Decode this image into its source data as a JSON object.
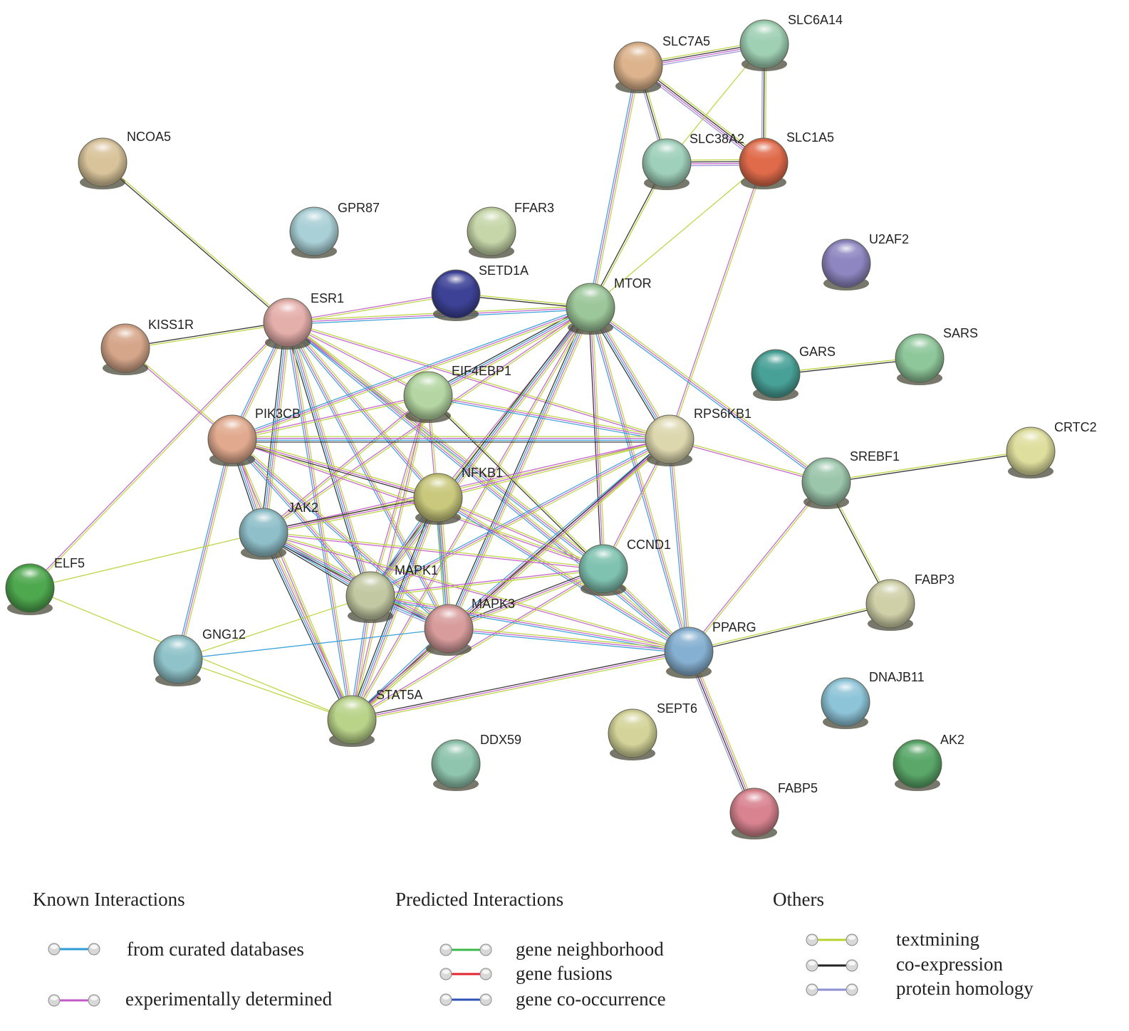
{
  "network": {
    "nodes": [
      {
        "id": "NCOA5",
        "label": "NCOA5",
        "color": "#d8c39a"
      },
      {
        "id": "GPR87",
        "label": "GPR87",
        "color": "#a9d0d6"
      },
      {
        "id": "FFAR3",
        "label": "FFAR3",
        "color": "#c6d6a8"
      },
      {
        "id": "SETD1A",
        "label": "SETD1A",
        "color": "#3d4296"
      },
      {
        "id": "MTOR",
        "label": "MTOR",
        "color": "#9cc79a"
      },
      {
        "id": "SLC7A5",
        "label": "SLC7A5",
        "color": "#dcb38c"
      },
      {
        "id": "SLC6A14",
        "label": "SLC6A14",
        "color": "#9fd0b4"
      },
      {
        "id": "SLC38A2",
        "label": "SLC38A2",
        "color": "#9fd0bb"
      },
      {
        "id": "SLC1A5",
        "label": "SLC1A5",
        "color": "#e06b4b"
      },
      {
        "id": "U2AF2",
        "label": "U2AF2",
        "color": "#8d86c0"
      },
      {
        "id": "ESR1",
        "label": "ESR1",
        "color": "#e4aeaa"
      },
      {
        "id": "KISS1R",
        "label": "KISS1R",
        "color": "#d6a68a"
      },
      {
        "id": "EIF4EBP1",
        "label": "EIF4EBP1",
        "color": "#b4d6a2"
      },
      {
        "id": "GARS",
        "label": "GARS",
        "color": "#48a197"
      },
      {
        "id": "SARS",
        "label": "SARS",
        "color": "#8ec79a"
      },
      {
        "id": "PIK3CB",
        "label": "PIK3CB",
        "color": "#e1aa8e"
      },
      {
        "id": "RPS6KB1",
        "label": "RPS6KB1",
        "color": "#ddd7ae"
      },
      {
        "id": "CRTC2",
        "label": "CRTC2",
        "color": "#dede9e"
      },
      {
        "id": "SREBF1",
        "label": "SREBF1",
        "color": "#9cc6ac"
      },
      {
        "id": "NFKB1",
        "label": "NFKB1",
        "color": "#c9c87c"
      },
      {
        "id": "JAK2",
        "label": "JAK2",
        "color": "#8fbfc9"
      },
      {
        "id": "CCND1",
        "label": "CCND1",
        "color": "#7fc2b0"
      },
      {
        "id": "ELF5",
        "label": "ELF5",
        "color": "#4ea84e"
      },
      {
        "id": "MAPK1",
        "label": "MAPK1",
        "color": "#c2c9a2"
      },
      {
        "id": "FABP3",
        "label": "FABP3",
        "color": "#cfd0a8"
      },
      {
        "id": "MAPK3",
        "label": "MAPK3",
        "color": "#d89c9c"
      },
      {
        "id": "PPARG",
        "label": "PPARG",
        "color": "#86b0d1"
      },
      {
        "id": "GNG12",
        "label": "GNG12",
        "color": "#8fc3c9"
      },
      {
        "id": "STAT5A",
        "label": "STAT5A",
        "color": "#b9d389"
      },
      {
        "id": "DNAJB11",
        "label": "DNAJB11",
        "color": "#8ec4d8"
      },
      {
        "id": "SEPT6",
        "label": "SEPT6",
        "color": "#d4d49a"
      },
      {
        "id": "DDX59",
        "label": "DDX59",
        "color": "#8fc4ae"
      },
      {
        "id": "AK2",
        "label": "AK2",
        "color": "#5aa769"
      },
      {
        "id": "FABP5",
        "label": "FABP5",
        "color": "#d8838f"
      }
    ],
    "edges": [
      {
        "a": "NCOA5",
        "b": "ESR1",
        "types": [
          "textmining",
          "coexpression"
        ]
      },
      {
        "a": "SLC7A5",
        "b": "SLC6A14",
        "types": [
          "textmining",
          "coexpression",
          "experimental",
          "homology"
        ]
      },
      {
        "a": "SLC7A5",
        "b": "SLC38A2",
        "types": [
          "textmining",
          "coexpression",
          "homology"
        ]
      },
      {
        "a": "SLC7A5",
        "b": "SLC1A5",
        "types": [
          "textmining",
          "coexpression",
          "experimental",
          "homology"
        ]
      },
      {
        "a": "SLC7A5",
        "b": "MTOR",
        "types": [
          "textmining",
          "experimental",
          "database"
        ]
      },
      {
        "a": "SLC6A14",
        "b": "SLC1A5",
        "types": [
          "textmining",
          "coexpression",
          "homology"
        ]
      },
      {
        "a": "SLC6A14",
        "b": "SLC38A2",
        "types": [
          "textmining"
        ]
      },
      {
        "a": "SLC38A2",
        "b": "SLC1A5",
        "types": [
          "textmining",
          "coexpression",
          "experimental",
          "homology"
        ]
      },
      {
        "a": "SLC38A2",
        "b": "MTOR",
        "types": [
          "textmining",
          "coexpression"
        ]
      },
      {
        "a": "SLC1A5",
        "b": "MTOR",
        "types": [
          "textmining"
        ]
      },
      {
        "a": "SLC1A5",
        "b": "RPS6KB1",
        "types": [
          "textmining",
          "experimental"
        ]
      },
      {
        "a": "SETD1A",
        "b": "ESR1",
        "types": [
          "textmining",
          "experimental"
        ]
      },
      {
        "a": "SETD1A",
        "b": "MTOR",
        "types": [
          "textmining",
          "coexpression"
        ]
      },
      {
        "a": "ESR1",
        "b": "MTOR",
        "types": [
          "textmining",
          "experimental",
          "database"
        ]
      },
      {
        "a": "ESR1",
        "b": "KISS1R",
        "types": [
          "textmining",
          "coexpression"
        ]
      },
      {
        "a": "ESR1",
        "b": "PIK3CB",
        "types": [
          "textmining",
          "experimental",
          "database"
        ]
      },
      {
        "a": "ESR1",
        "b": "JAK2",
        "types": [
          "textmining",
          "experimental",
          "database",
          "coexpression"
        ]
      },
      {
        "a": "ESR1",
        "b": "NFKB1",
        "types": [
          "textmining",
          "experimental",
          "database"
        ]
      },
      {
        "a": "ESR1",
        "b": "MAPK1",
        "types": [
          "textmining",
          "experimental",
          "database",
          "coexpression"
        ]
      },
      {
        "a": "ESR1",
        "b": "MAPK3",
        "types": [
          "textmining",
          "experimental",
          "database"
        ]
      },
      {
        "a": "ESR1",
        "b": "CCND1",
        "types": [
          "textmining",
          "experimental",
          "database"
        ]
      },
      {
        "a": "ESR1",
        "b": "STAT5A",
        "types": [
          "textmining",
          "experimental",
          "database"
        ]
      },
      {
        "a": "ESR1",
        "b": "ELF5",
        "types": [
          "textmining",
          "experimental"
        ]
      },
      {
        "a": "ESR1",
        "b": "PPARG",
        "types": [
          "textmining",
          "experimental",
          "database"
        ]
      },
      {
        "a": "ESR1",
        "b": "RPS6KB1",
        "types": [
          "textmining",
          "experimental"
        ]
      },
      {
        "a": "ESR1",
        "b": "EIF4EBP1",
        "types": [
          "textmining",
          "experimental"
        ]
      },
      {
        "a": "KISS1R",
        "b": "PIK3CB",
        "types": [
          "textmining",
          "experimental"
        ]
      },
      {
        "a": "MTOR",
        "b": "EIF4EBP1",
        "types": [
          "textmining",
          "experimental",
          "database",
          "coexpression"
        ]
      },
      {
        "a": "MTOR",
        "b": "RPS6KB1",
        "types": [
          "textmining",
          "experimental",
          "database",
          "coexpression"
        ]
      },
      {
        "a": "MTOR",
        "b": "PIK3CB",
        "types": [
          "textmining",
          "experimental",
          "database"
        ]
      },
      {
        "a": "MTOR",
        "b": "JAK2",
        "types": [
          "textmining",
          "experimental"
        ]
      },
      {
        "a": "MTOR",
        "b": "NFKB1",
        "types": [
          "textmining",
          "experimental"
        ]
      },
      {
        "a": "MTOR",
        "b": "MAPK1",
        "types": [
          "textmining",
          "experimental",
          "database",
          "coexpression"
        ]
      },
      {
        "a": "MTOR",
        "b": "MAPK3",
        "types": [
          "textmining",
          "experimental",
          "database",
          "coexpression"
        ]
      },
      {
        "a": "MTOR",
        "b": "CCND1",
        "types": [
          "textmining",
          "experimental",
          "coexpression"
        ]
      },
      {
        "a": "MTOR",
        "b": "STAT5A",
        "types": [
          "textmining",
          "experimental"
        ]
      },
      {
        "a": "MTOR",
        "b": "PPARG",
        "types": [
          "textmining",
          "experimental",
          "database"
        ]
      },
      {
        "a": "MTOR",
        "b": "SREBF1",
        "types": [
          "textmining",
          "experimental",
          "database"
        ]
      },
      {
        "a": "EIF4EBP1",
        "b": "RPS6KB1",
        "types": [
          "textmining",
          "experimental",
          "database"
        ]
      },
      {
        "a": "EIF4EBP1",
        "b": "PIK3CB",
        "types": [
          "textmining",
          "experimental"
        ]
      },
      {
        "a": "EIF4EBP1",
        "b": "JAK2",
        "types": [
          "textmining",
          "experimental"
        ]
      },
      {
        "a": "EIF4EBP1",
        "b": "MAPK1",
        "types": [
          "textmining",
          "experimental"
        ]
      },
      {
        "a": "EIF4EBP1",
        "b": "MAPK3",
        "types": [
          "textmining",
          "experimental"
        ]
      },
      {
        "a": "EIF4EBP1",
        "b": "STAT5A",
        "types": [
          "textmining",
          "experimental"
        ]
      },
      {
        "a": "EIF4EBP1",
        "b": "CCND1",
        "types": [
          "textmining",
          "coexpression"
        ]
      },
      {
        "a": "PIK3CB",
        "b": "RPS6KB1",
        "types": [
          "textmining",
          "experimental",
          "database",
          "coexpression"
        ]
      },
      {
        "a": "PIK3CB",
        "b": "JAK2",
        "types": [
          "textmining",
          "experimental",
          "database",
          "coexpression"
        ]
      },
      {
        "a": "PIK3CB",
        "b": "NFKB1",
        "types": [
          "textmining",
          "experimental",
          "coexpression"
        ]
      },
      {
        "a": "PIK3CB",
        "b": "MAPK1",
        "types": [
          "textmining",
          "experimental",
          "database"
        ]
      },
      {
        "a": "PIK3CB",
        "b": "MAPK3",
        "types": [
          "textmining",
          "experimental",
          "database"
        ]
      },
      {
        "a": "PIK3CB",
        "b": "STAT5A",
        "types": [
          "textmining",
          "experimental"
        ]
      },
      {
        "a": "PIK3CB",
        "b": "GNG12",
        "types": [
          "textmining",
          "experimental",
          "database"
        ]
      },
      {
        "a": "PIK3CB",
        "b": "CCND1",
        "types": [
          "textmining",
          "experimental"
        ]
      },
      {
        "a": "RPS6KB1",
        "b": "NFKB1",
        "types": [
          "textmining",
          "experimental"
        ]
      },
      {
        "a": "RPS6KB1",
        "b": "JAK2",
        "types": [
          "textmining",
          "experimental"
        ]
      },
      {
        "a": "RPS6KB1",
        "b": "MAPK1",
        "types": [
          "textmining",
          "experimental",
          "database"
        ]
      },
      {
        "a": "RPS6KB1",
        "b": "MAPK3",
        "types": [
          "textmining",
          "experimental",
          "database"
        ]
      },
      {
        "a": "RPS6KB1",
        "b": "STAT5A",
        "types": [
          "textmining",
          "experimental",
          "coexpression"
        ]
      },
      {
        "a": "RPS6KB1",
        "b": "CCND1",
        "types": [
          "textmining",
          "experimental"
        ]
      },
      {
        "a": "RPS6KB1",
        "b": "PPARG",
        "types": [
          "textmining",
          "experimental",
          "database"
        ]
      },
      {
        "a": "RPS6KB1",
        "b": "SREBF1",
        "types": [
          "textmining",
          "experimental"
        ]
      },
      {
        "a": "SREBF1",
        "b": "CRTC2",
        "types": [
          "textmining",
          "coexpression"
        ]
      },
      {
        "a": "SREBF1",
        "b": "FABP3",
        "types": [
          "textmining",
          "coexpression"
        ]
      },
      {
        "a": "SREBF1",
        "b": "PPARG",
        "types": [
          "textmining",
          "experimental"
        ]
      },
      {
        "a": "GARS",
        "b": "SARS",
        "types": [
          "textmining",
          "coexpression"
        ]
      },
      {
        "a": "NFKB1",
        "b": "JAK2",
        "types": [
          "textmining",
          "experimental",
          "coexpression"
        ]
      },
      {
        "a": "NFKB1",
        "b": "MAPK1",
        "types": [
          "textmining",
          "experimental",
          "database"
        ]
      },
      {
        "a": "NFKB1",
        "b": "MAPK3",
        "types": [
          "textmining",
          "experimental",
          "database",
          "neighborhood"
        ]
      },
      {
        "a": "NFKB1",
        "b": "STAT5A",
        "types": [
          "textmining",
          "experimental",
          "database",
          "coexpression"
        ]
      },
      {
        "a": "NFKB1",
        "b": "CCND1",
        "types": [
          "textmining",
          "experimental"
        ]
      },
      {
        "a": "NFKB1",
        "b": "PPARG",
        "types": [
          "textmining",
          "experimental",
          "database"
        ]
      },
      {
        "a": "JAK2",
        "b": "MAPK1",
        "types": [
          "textmining",
          "experimental",
          "database",
          "coexpression"
        ]
      },
      {
        "a": "JAK2",
        "b": "MAPK3",
        "types": [
          "textmining",
          "experimental",
          "database",
          "coexpression"
        ]
      },
      {
        "a": "JAK2",
        "b": "STAT5A",
        "types": [
          "textmining",
          "experimental",
          "database",
          "coexpression"
        ]
      },
      {
        "a": "JAK2",
        "b": "CCND1",
        "types": [
          "textmining",
          "experimental"
        ]
      },
      {
        "a": "JAK2",
        "b": "PPARG",
        "types": [
          "textmining",
          "experimental"
        ]
      },
      {
        "a": "JAK2",
        "b": "ELF5",
        "types": [
          "textmining"
        ]
      },
      {
        "a": "CCND1",
        "b": "MAPK1",
        "types": [
          "textmining",
          "experimental"
        ]
      },
      {
        "a": "CCND1",
        "b": "MAPK3",
        "types": [
          "textmining",
          "experimental",
          "coexpression"
        ]
      },
      {
        "a": "CCND1",
        "b": "STAT5A",
        "types": [
          "textmining",
          "experimental"
        ]
      },
      {
        "a": "CCND1",
        "b": "PPARG",
        "types": [
          "textmining",
          "experimental",
          "database"
        ]
      },
      {
        "a": "MAPK1",
        "b": "MAPK3",
        "types": [
          "textmining",
          "experimental",
          "database",
          "homology"
        ]
      },
      {
        "a": "MAPK1",
        "b": "STAT5A",
        "types": [
          "textmining",
          "experimental",
          "database"
        ]
      },
      {
        "a": "MAPK1",
        "b": "PPARG",
        "types": [
          "textmining",
          "experimental",
          "database"
        ]
      },
      {
        "a": "MAPK1",
        "b": "GNG12",
        "types": [
          "textmining"
        ]
      },
      {
        "a": "MAPK3",
        "b": "STAT5A",
        "types": [
          "textmining",
          "experimental",
          "database"
        ]
      },
      {
        "a": "MAPK3",
        "b": "PPARG",
        "types": [
          "textmining",
          "experimental",
          "database"
        ]
      },
      {
        "a": "MAPK3",
        "b": "GNG12",
        "types": [
          "database"
        ]
      },
      {
        "a": "PPARG",
        "b": "STAT5A",
        "types": [
          "textmining",
          "experimental",
          "coexpression"
        ]
      },
      {
        "a": "PPARG",
        "b": "FABP3",
        "types": [
          "textmining",
          "coexpression"
        ]
      },
      {
        "a": "PPARG",
        "b": "FABP5",
        "types": [
          "textmining",
          "experimental",
          "coexpression",
          "homology"
        ]
      },
      {
        "a": "GNG12",
        "b": "STAT5A",
        "types": [
          "textmining"
        ]
      },
      {
        "a": "ELF5",
        "b": "STAT5A",
        "types": [
          "textmining"
        ]
      }
    ]
  },
  "legend": {
    "known_heading": "Known Interactions",
    "predicted_heading": "Predicted Interactions",
    "others_heading": "Others",
    "items": [
      {
        "key": "database",
        "label": "from curated databases",
        "color": "#2e9bd6"
      },
      {
        "key": "experimental",
        "label": "experimentally determined",
        "color": "#c25ac8"
      },
      {
        "key": "neighborhood",
        "label": "gene neighborhood",
        "color": "#3cb84a"
      },
      {
        "key": "fusion",
        "label": "gene fusions",
        "color": "#e0262d"
      },
      {
        "key": "cooccurrence",
        "label": "gene co-occurrence",
        "color": "#2d52b8"
      },
      {
        "key": "textmining",
        "label": "textmining",
        "color": "#b8d234"
      },
      {
        "key": "coexpression",
        "label": "co-expression",
        "color": "#222222"
      },
      {
        "key": "homology",
        "label": "protein homology",
        "color": "#8e8ed2"
      }
    ]
  }
}
